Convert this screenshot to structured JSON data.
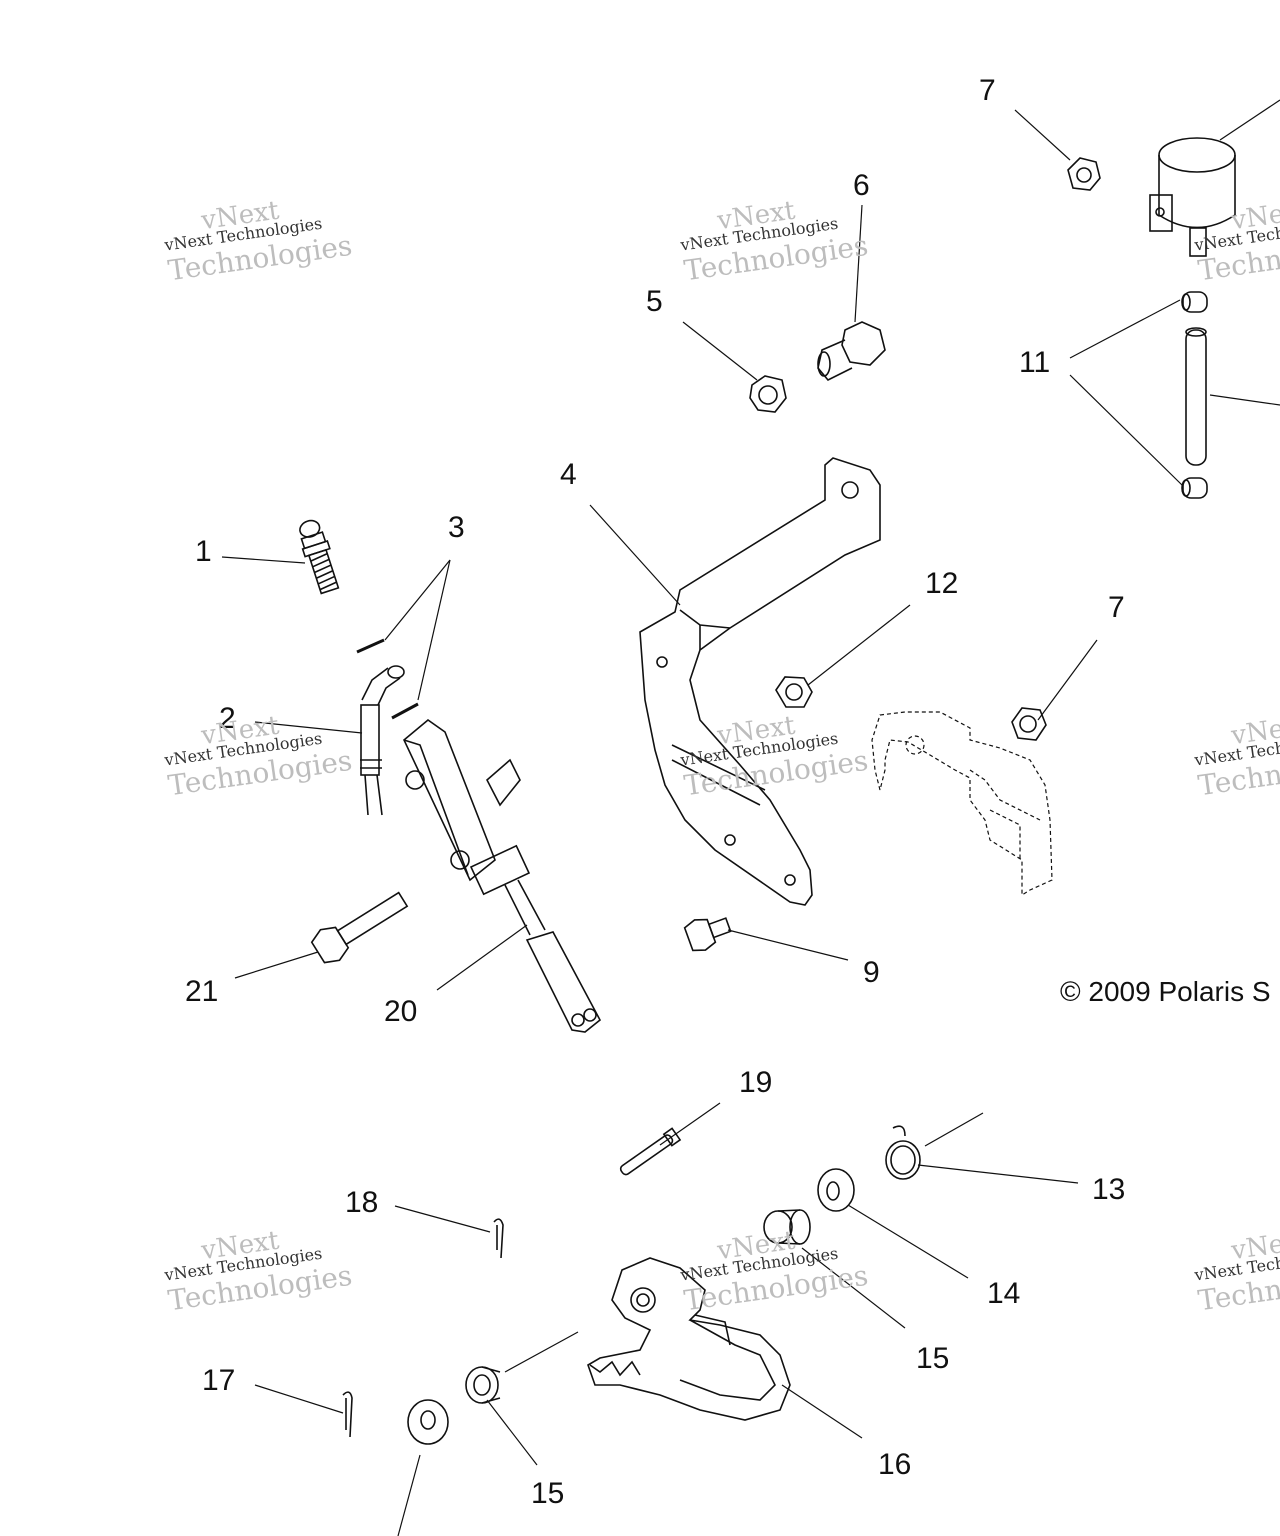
{
  "labels": {
    "l1": "1",
    "l2": "2",
    "l3": "3",
    "l4": "4",
    "l5": "5",
    "l6": "6",
    "l7a": "7",
    "l7b": "7",
    "l9": "9",
    "l11": "11",
    "l12": "12",
    "l13": "13",
    "l14": "14",
    "l15a": "15",
    "l15b": "15",
    "l16": "16",
    "l17": "17",
    "l18": "18",
    "l19": "19",
    "l20": "20",
    "l21": "21"
  },
  "watermark": {
    "line1": "vNext",
    "line2": "vNext Technologies",
    "line3": "Technologies"
  },
  "copyright": "© 2009 Polaris S",
  "colors": {
    "line": "#111111",
    "watermark": "#bdbdbd"
  }
}
